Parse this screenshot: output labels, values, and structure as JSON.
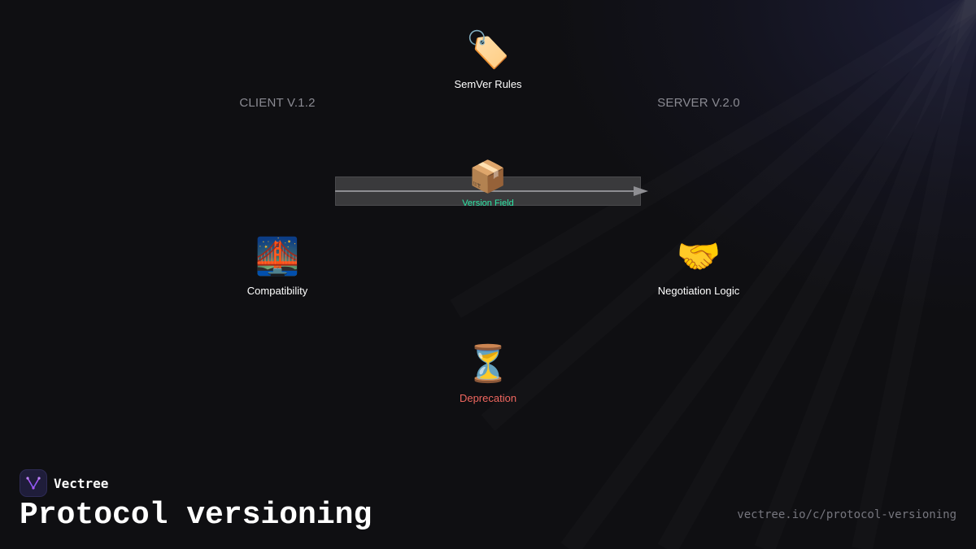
{
  "diagram": {
    "client_label": "CLIENT V.1.2",
    "server_label": "SERVER V.2.0",
    "nodes": {
      "semver": {
        "icon": "label-tag-icon",
        "glyph": "🏷️",
        "label": "SemVer Rules"
      },
      "version_field": {
        "icon": "package-icon",
        "glyph": "📦",
        "label": "Version Field",
        "color": "#2ee6a6"
      },
      "compatibility": {
        "icon": "bridge-at-night-icon",
        "glyph": "🌉",
        "label": "Compatibility"
      },
      "negotiation": {
        "icon": "handshake-icon",
        "glyph": "🤝",
        "label": "Negotiation Logic"
      },
      "deprecation": {
        "icon": "hourglass-icon",
        "glyph": "⏳",
        "label": "Deprecation",
        "color": "#f0675f"
      }
    }
  },
  "brand": {
    "name": "Vectree",
    "logo_icon": "vectree-logo-icon",
    "accent": "#a855f7"
  },
  "title": "Protocol versioning",
  "url": "vectree.io/c/protocol-versioning"
}
